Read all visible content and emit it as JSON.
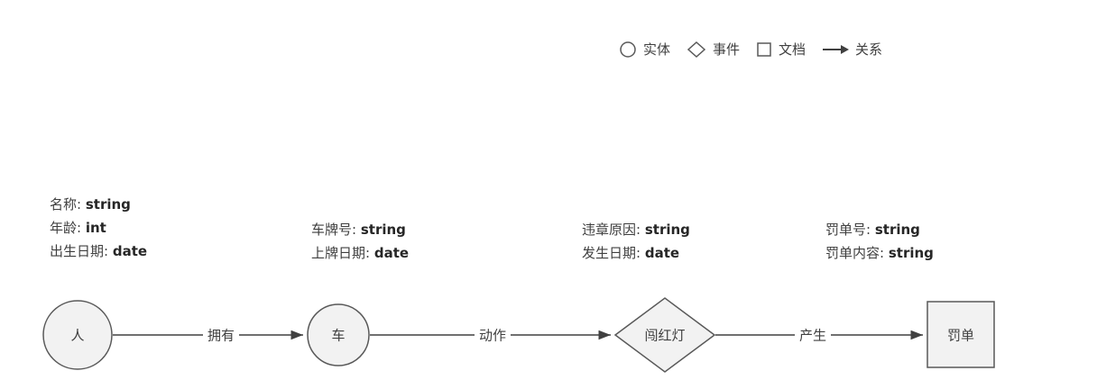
{
  "legend": {
    "items": [
      {
        "icon": "circle-icon",
        "label": "实体"
      },
      {
        "icon": "diamond-icon",
        "label": "事件"
      },
      {
        "icon": "square-icon",
        "label": "文档"
      },
      {
        "icon": "arrow-icon",
        "label": "关系"
      }
    ]
  },
  "nodes": [
    {
      "shape": "circle",
      "label": "人",
      "attributes": [
        {
          "name": "名称:",
          "type": "string"
        },
        {
          "name": "年龄:",
          "type": "int"
        },
        {
          "name": "出生日期:",
          "type": "date"
        }
      ]
    },
    {
      "shape": "circle",
      "label": "车",
      "attributes": [
        {
          "name": "车牌号:",
          "type": "string"
        },
        {
          "name": "上牌日期:",
          "type": "date"
        }
      ]
    },
    {
      "shape": "diamond",
      "label": "闯红灯",
      "attributes": [
        {
          "name": "违章原因:",
          "type": "string"
        },
        {
          "name": "发生日期:",
          "type": "date"
        }
      ]
    },
    {
      "shape": "rect",
      "label": "罚单",
      "attributes": [
        {
          "name": "罚单号:",
          "type": "string"
        },
        {
          "name": "罚单内容:",
          "type": "string"
        }
      ]
    }
  ],
  "edges": [
    {
      "label": "拥有"
    },
    {
      "label": "动作"
    },
    {
      "label": "产生"
    }
  ],
  "colors": {
    "shape_fill": "#f2f2f2",
    "shape_stroke": "#595959",
    "text": "#404040",
    "arrow": "#404040"
  }
}
